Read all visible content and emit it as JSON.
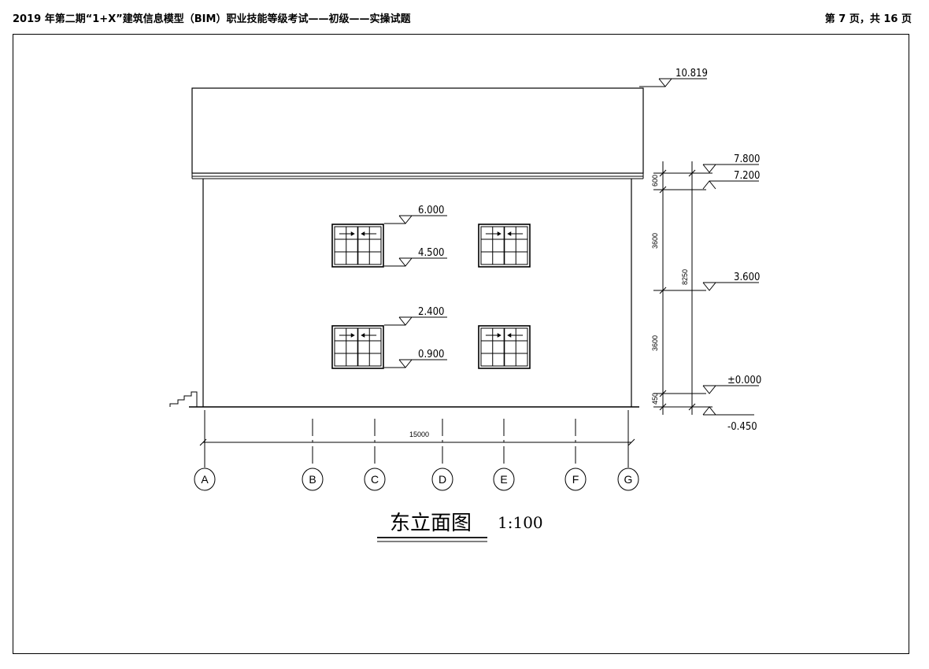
{
  "header": {
    "title": "2019 年第二期“1+X”建筑信息模型（BIM）职业技能等级考试——初级——实操试题",
    "page": "第 7 页，共 16 页"
  },
  "drawing": {
    "title": "东立面图",
    "scale": "1:100",
    "levels": {
      "roof_top": "10.819",
      "parapet": "7.800",
      "roof": "7.200",
      "win_upper_top": "6.000",
      "win_upper_bottom": "4.500",
      "floor2": "3.600",
      "win_lower_top": "2.400",
      "win_lower_bottom": "0.900",
      "ground": "±0.000",
      "outdoor": "-0.450"
    },
    "dims": {
      "overall_width": "15000",
      "d600": "600",
      "d3600_upper": "3600",
      "d3600_lower": "3600",
      "d450": "450",
      "d8250": "8250"
    },
    "axes": [
      "A",
      "B",
      "C",
      "D",
      "E",
      "F",
      "G"
    ]
  }
}
